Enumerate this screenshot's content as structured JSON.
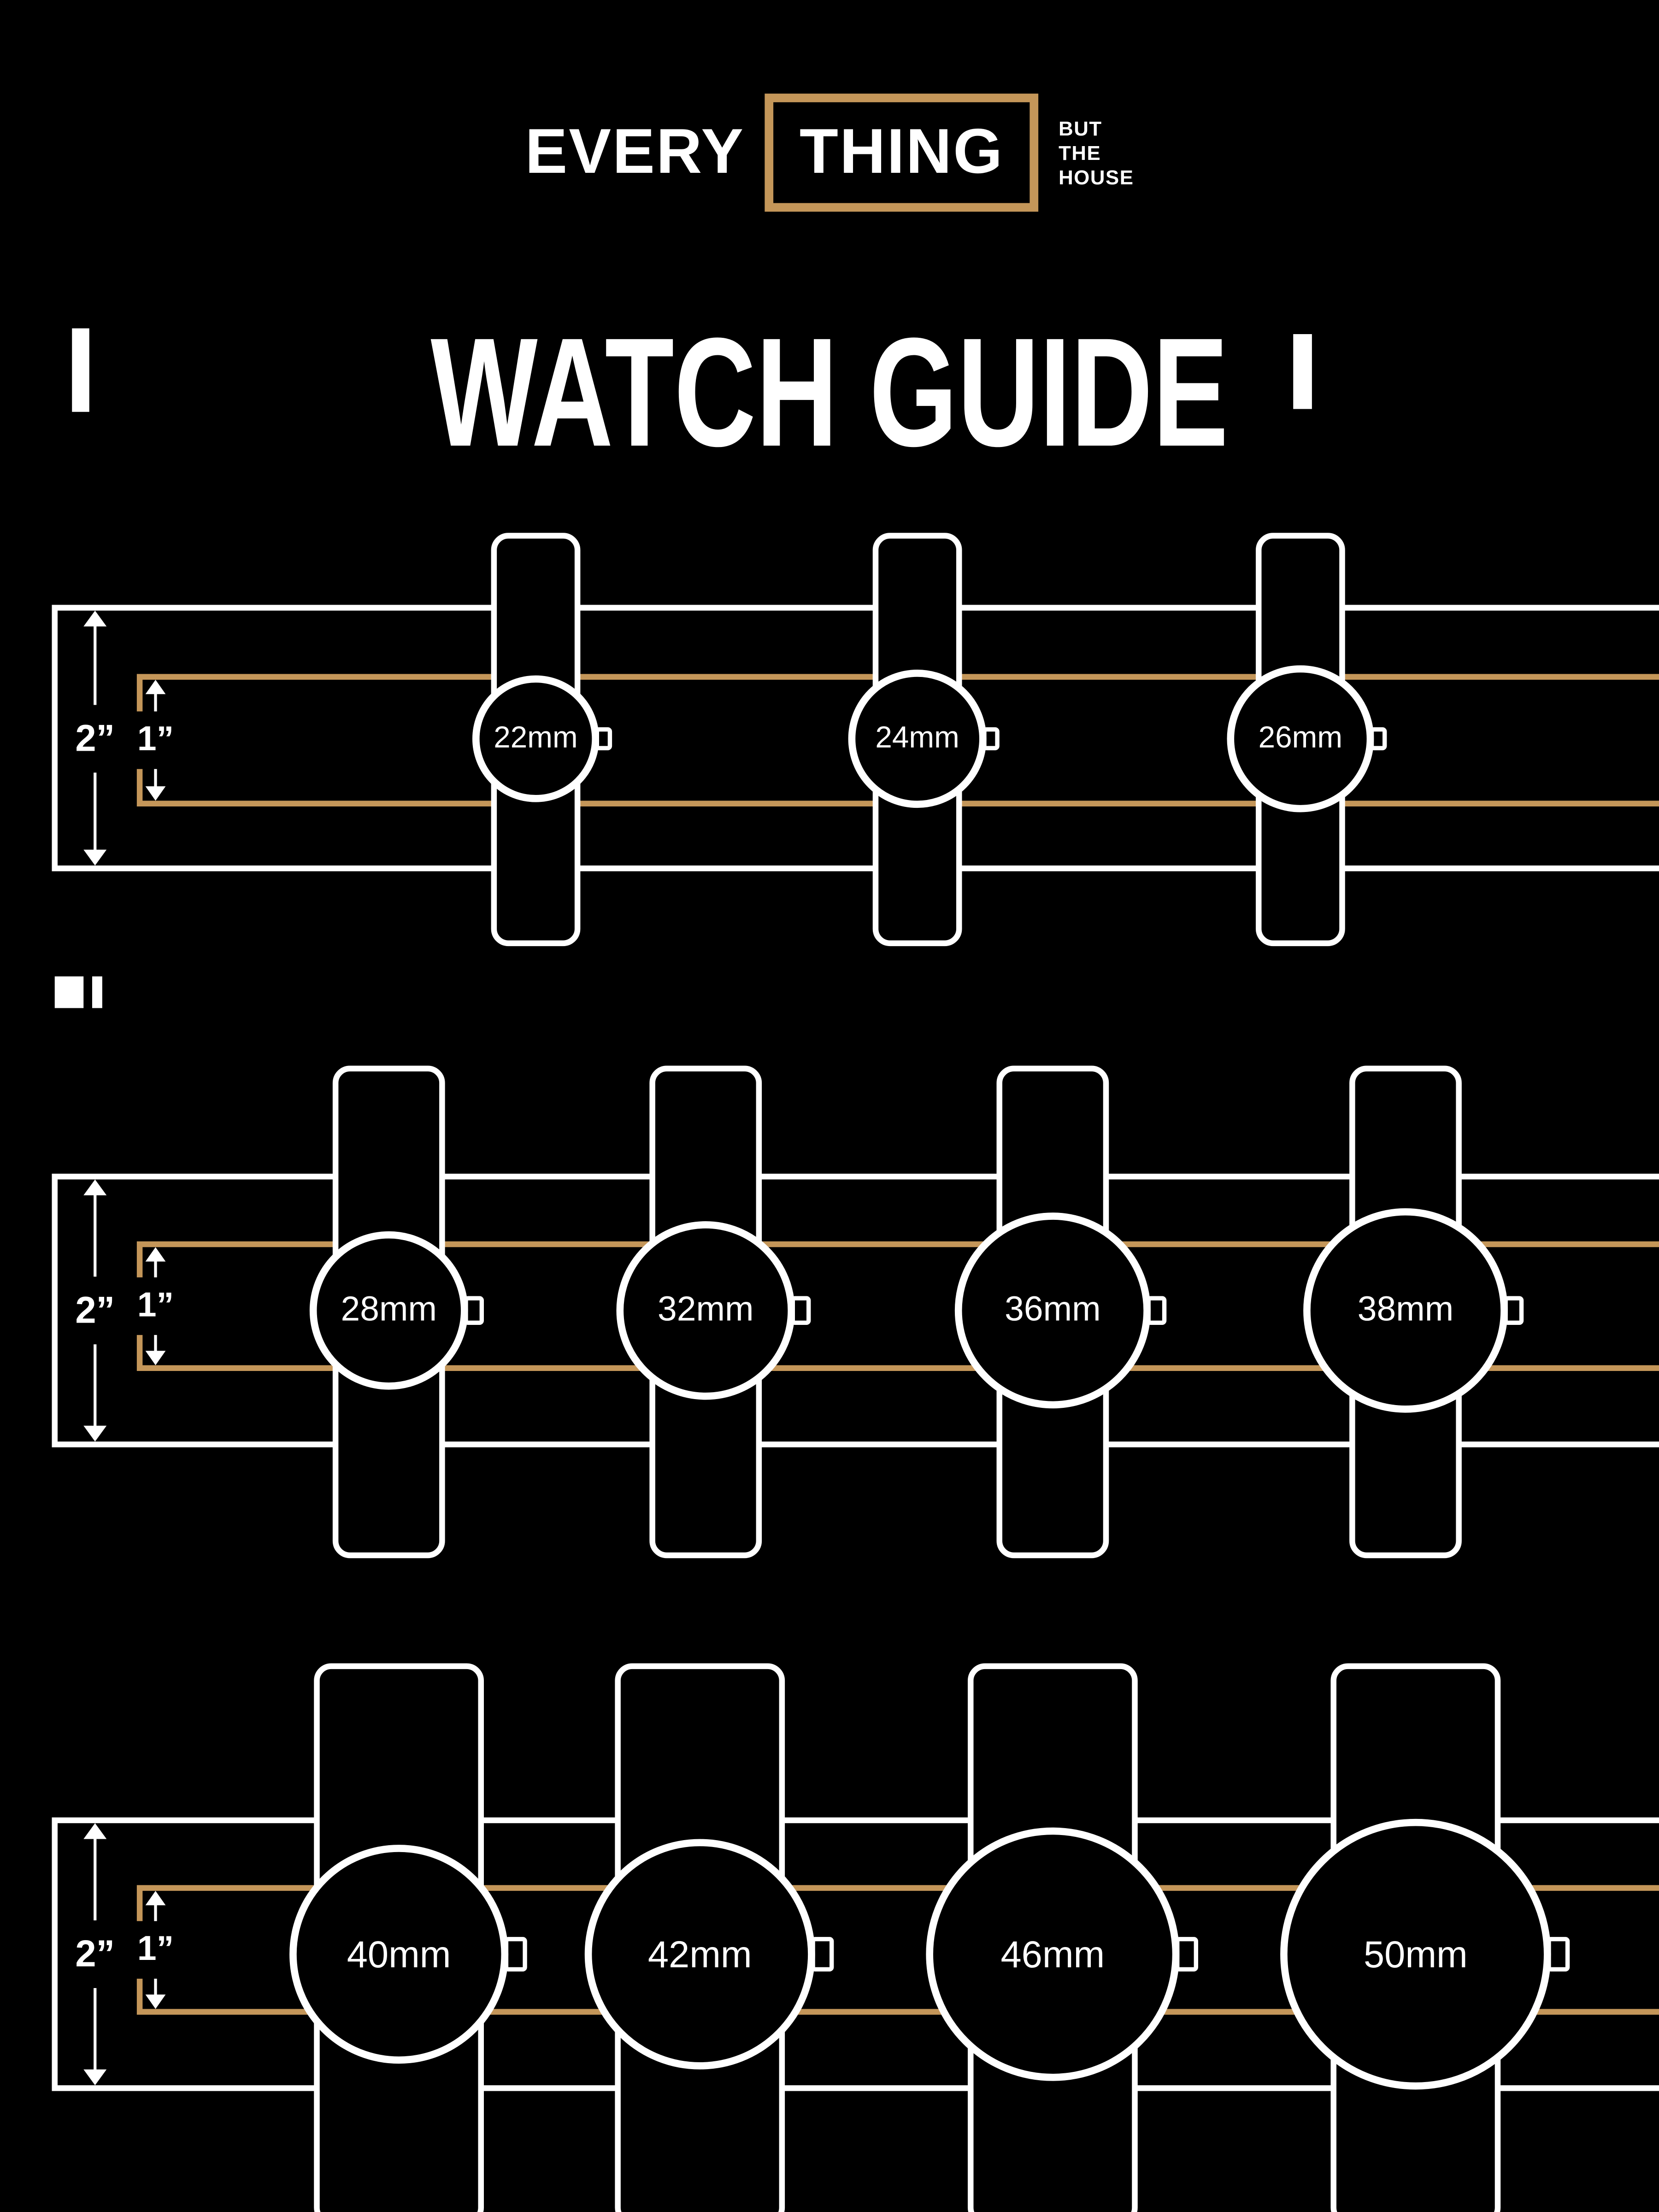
{
  "brand": {
    "word1": "EVERY",
    "word2": "THING",
    "tagline": [
      "BUT",
      "THE",
      "HOUSE"
    ]
  },
  "title": "WATCH GUIDE",
  "dimension_labels": {
    "outer": "2”",
    "inner": "1”"
  },
  "rows": [
    {
      "watches": [
        "22mm",
        "24mm",
        "26mm"
      ]
    },
    {
      "watches": [
        "28mm",
        "32mm",
        "36mm",
        "38mm"
      ]
    },
    {
      "watches": [
        "40mm",
        "42mm",
        "46mm",
        "50mm"
      ]
    }
  ],
  "colors": {
    "background": "#000000",
    "accent": "#C49659",
    "foreground": "#FFFFFF"
  },
  "icons": {
    "crown": "crown-icon"
  }
}
